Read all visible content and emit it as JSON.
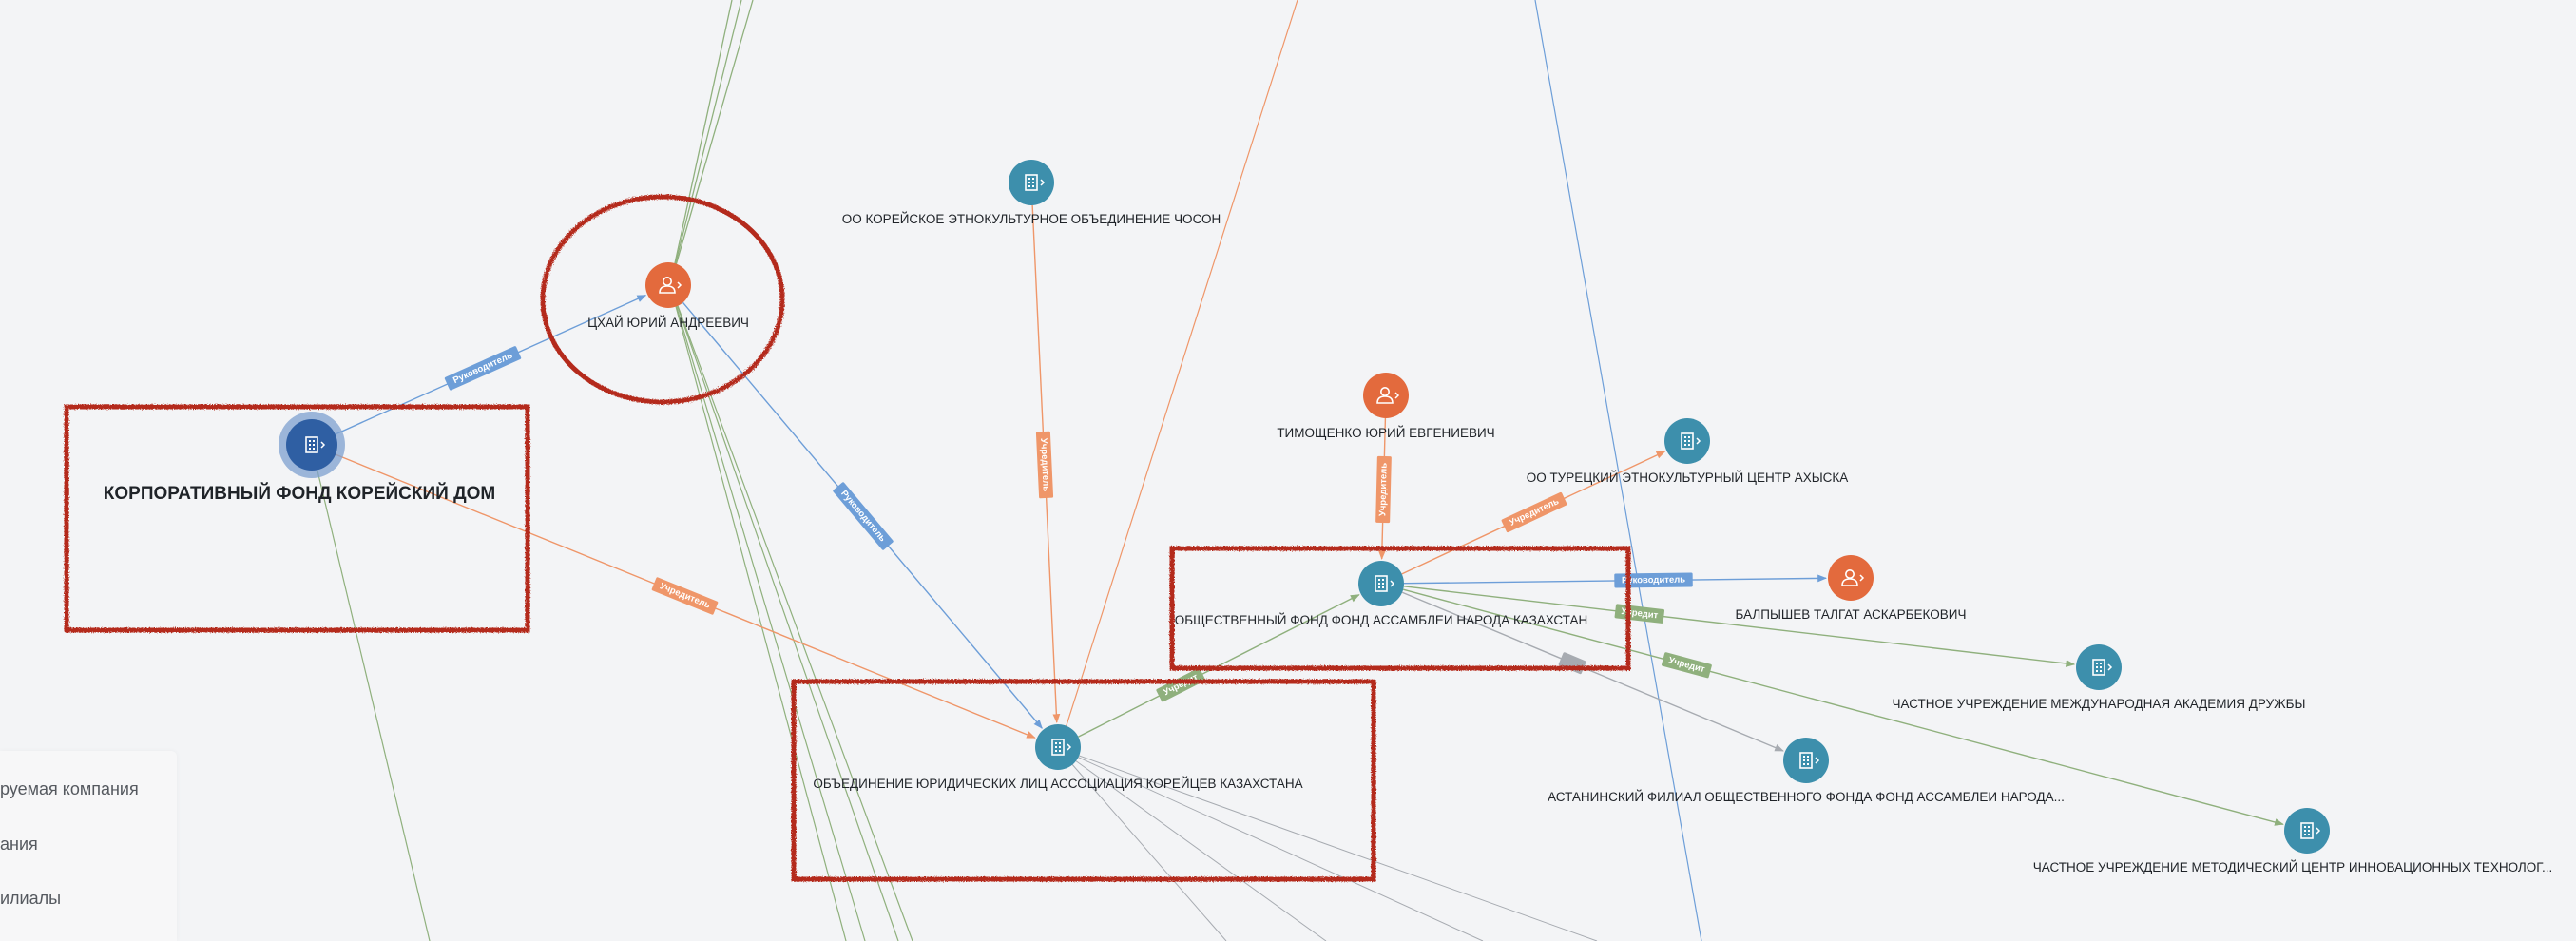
{
  "colors": {
    "company": "#3d8fac",
    "company_selected": "#2f5fa3",
    "person": "#e36a3d",
    "edge_orange": "#ef9669",
    "edge_blue": "#6d9ed8",
    "edge_green": "#8fb07d",
    "edge_gray": "#a7abb1",
    "highlight": "#b42a1c"
  },
  "nodes": [
    {
      "id": "korean_house",
      "label": "КОРПОРАТИВНЫЙ ФОНД КОРЕЙСКИЙ ДОМ",
      "type": "company",
      "selected": true,
      "icon": "building-icon"
    },
    {
      "id": "tskhai",
      "label": "ЦХАЙ ЮРИЙ АНДРЕЕВИЧ",
      "type": "person",
      "icon": "person-icon"
    },
    {
      "id": "choson",
      "label": "ОО КОРЕЙСКОЕ ЭТНОКУЛЬТУРНОЕ ОБЪЕДИНЕНИЕ ЧОСОН",
      "type": "company",
      "icon": "building-icon"
    },
    {
      "id": "association",
      "label": "ОБЪЕДИНЕНИЕ ЮРИДИЧЕСКИХ ЛИЦ АССОЦИАЦИЯ КОРЕЙЦЕВ КАЗАХСТАНА",
      "type": "company",
      "icon": "building-icon"
    },
    {
      "id": "timoshchenko",
      "label": "ТИМОЩЕНКО ЮРИЙ ЕВГЕНИЕВИЧ",
      "type": "person",
      "icon": "person-icon"
    },
    {
      "id": "turkish",
      "label": "ОО ТУРЕЦКИЙ ЭТНОКУЛЬТУРНЫЙ ЦЕНТР АХЫСКА",
      "type": "company",
      "icon": "building-icon"
    },
    {
      "id": "assembly",
      "label": "ОБЩЕСТВЕННЫЙ ФОНД ФОНД АССАМБЛЕИ НАРОДА КАЗАХСТАН",
      "type": "company",
      "icon": "building-icon"
    },
    {
      "id": "balpyshev",
      "label": "БАЛПЫШЕВ ТАЛГАТ АСКАРБЕКОВИЧ",
      "type": "person",
      "icon": "person-icon"
    },
    {
      "id": "academy",
      "label": "ЧАСТНОЕ УЧРЕЖДЕНИЕ МЕЖДУНАРОДНАЯ АКАДЕМИЯ ДРУЖБЫ",
      "type": "company",
      "icon": "building-icon"
    },
    {
      "id": "astana_branch",
      "label": "АСТАНИНСКИЙ ФИЛИАЛ ОБЩЕСТВЕННОГО ФОНДА ФОНД АССАМБЛЕИ НАРОДА...",
      "type": "company",
      "icon": "building-icon"
    },
    {
      "id": "method_center",
      "label": "ЧАСТНОЕ УЧРЕЖДЕНИЕ МЕТОДИЧЕСКИЙ ЦЕНТР ИННОВАЦИОННЫХ ТЕХНОЛОГ...",
      "type": "company",
      "icon": "building-icon"
    }
  ],
  "edges": [
    {
      "from": "korean_house",
      "to": "tskhai",
      "kind": "blue",
      "label": "Руководитель"
    },
    {
      "from": "korean_house",
      "to": "association",
      "kind": "orange",
      "label": "Учредитель"
    },
    {
      "from": "tskhai",
      "to": "association",
      "kind": "blue",
      "label": "Руководитель"
    },
    {
      "from": "choson",
      "to": "association",
      "kind": "orange",
      "label": "Учредитель"
    },
    {
      "from": "association",
      "to": "assembly",
      "kind": "green",
      "label": "Учредит"
    },
    {
      "from": "timoshchenko",
      "to": "assembly",
      "kind": "orange",
      "label": "Учредитель"
    },
    {
      "from": "assembly",
      "to": "turkish",
      "kind": "orange",
      "label": "Учредитель"
    },
    {
      "from": "assembly",
      "to": "balpyshev",
      "kind": "blue",
      "label": "Руководитель"
    },
    {
      "from": "assembly",
      "to": "academy",
      "kind": "green",
      "label": "Учредит"
    },
    {
      "from": "assembly",
      "to": "method_center",
      "kind": "green",
      "label": "Учредит"
    },
    {
      "from": "assembly",
      "to": "astana_branch",
      "kind": "gray",
      "label": ""
    }
  ],
  "legend": {
    "items": [
      "руемая компания",
      "ания",
      "илиалы"
    ]
  }
}
